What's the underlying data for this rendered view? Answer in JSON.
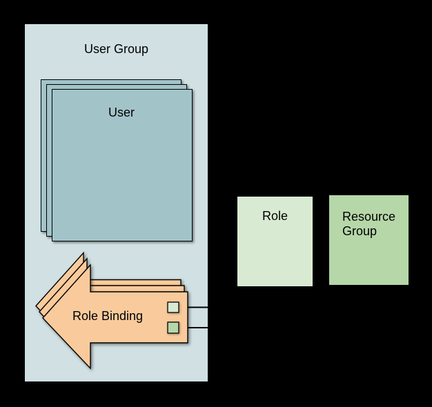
{
  "canvas": {
    "background_color": "#000000"
  },
  "user_group": {
    "label": "User Group",
    "fill_color": "#d0e0e3"
  },
  "user": {
    "label": "User",
    "fill_color": "#a2c4c9",
    "stack_count": 3
  },
  "role_binding": {
    "label": "Role Binding",
    "fill_color": "#f9cb9c",
    "stack_count": 3,
    "ports": [
      {
        "name": "role-port",
        "fill_color": "#d9ead3"
      },
      {
        "name": "resource-group-port",
        "fill_color": "#b6d7a8"
      }
    ]
  },
  "role": {
    "label": "Role",
    "fill_color": "#d9ead3"
  },
  "resource_group": {
    "label": "Resource Group",
    "fill_color": "#b6d7a8"
  },
  "connectors": [
    {
      "from": "role-binding",
      "to": "role"
    },
    {
      "from": "role-binding",
      "to": "resource-group"
    }
  ]
}
